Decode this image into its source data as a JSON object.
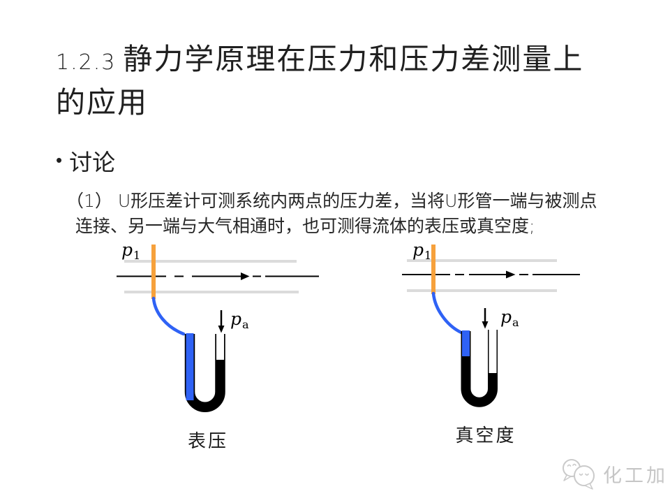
{
  "slide": {
    "title_number": "1.2.3",
    "title_text": "静力学原理在压力和压力差测量上的应用",
    "bullet_glyph": "•",
    "discussion_heading": "讨论",
    "paragraph": {
      "line1": "（1） U形压差计可测系统内两点的压力差，当将U形管一端与被测点",
      "line2": "连接、另一端与大气相通时，也可测得流体的表压或真空度;"
    }
  },
  "diagrams": {
    "left": {
      "tap_label_base": "p",
      "tap_label_sub": "1",
      "atm_label_base": "p",
      "atm_label_sub": "a",
      "caption": "表压"
    },
    "right": {
      "tap_label_base": "p",
      "tap_label_sub": "1",
      "atm_label_base": "p",
      "atm_label_sub": "a",
      "caption": "真空度"
    }
  },
  "watermark": {
    "text": "化工加"
  },
  "colors": {
    "orange": "#F6A13C",
    "blue": "#2F62F5",
    "pipe_wall": "#DBDBDB",
    "ink": "#000000",
    "watermark_gray": "#C6C6C6"
  }
}
